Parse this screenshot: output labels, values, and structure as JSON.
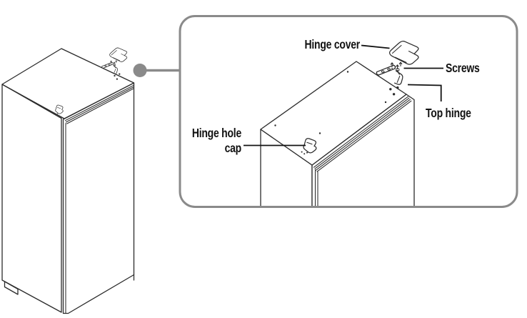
{
  "labels": {
    "hinge_cover": "Hinge cover",
    "screws": "Screws",
    "top_hinge": "Top hinge",
    "hinge_hole_line1": "Hinge hole",
    "hinge_hole_line2": "cap"
  },
  "colors": {
    "background": "#ffffff",
    "line_art": "#2b2b2b",
    "label_text": "#121212",
    "callout_border": "#8a8a8a",
    "connector_dot": "#8a8a8a"
  }
}
